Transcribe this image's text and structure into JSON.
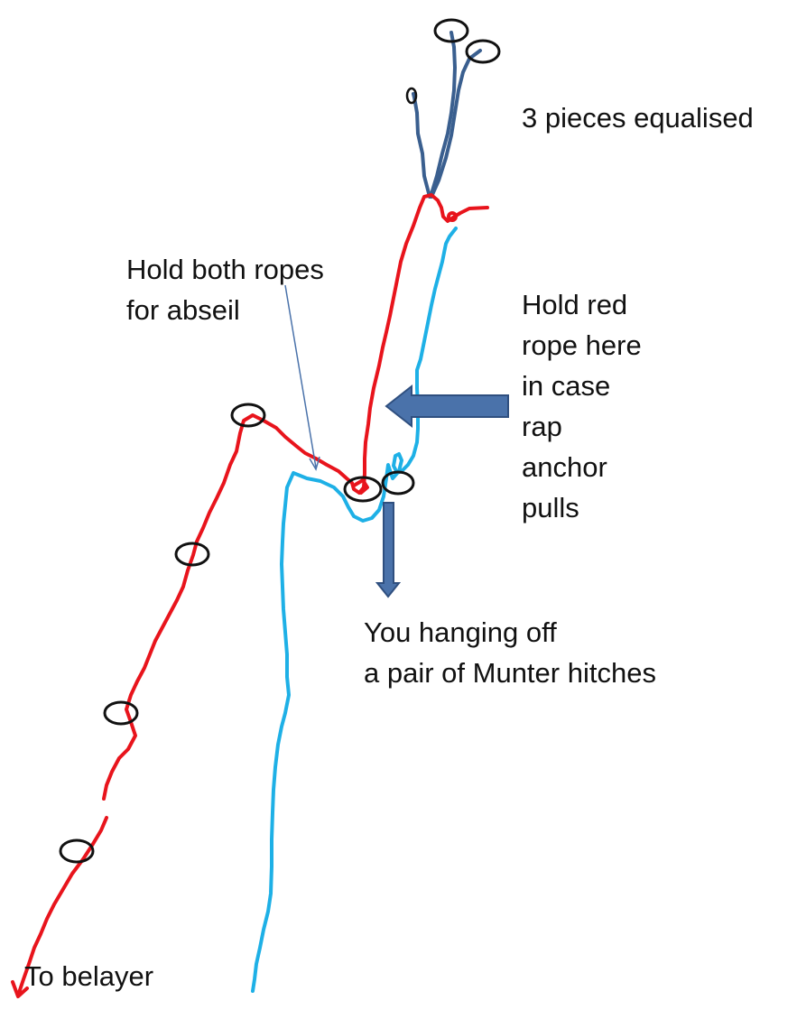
{
  "labels": {
    "anchor_note": "3 pieces equalised",
    "abseil_note_line1": "Hold both ropes",
    "abseil_note_line2": "for abseil",
    "red_rope_note_line1": "Hold red",
    "red_rope_note_line2": "rope here",
    "red_rope_note_line3": "in case",
    "red_rope_note_line4": "rap",
    "red_rope_note_line5": "anchor",
    "red_rope_note_line6": "pulls",
    "hanging_note_line1": "You hanging off",
    "hanging_note_line2": "a pair of Munter hitches",
    "belayer_note": "To belayer"
  },
  "colors": {
    "red_rope": "#e8141c",
    "blue_rope": "#1eb0e6",
    "sling": "#3a5f8f",
    "arrow_fill": "#4a72aa",
    "arrow_stroke": "#2f4f7f",
    "protection": "#111111",
    "text": "#111111"
  }
}
